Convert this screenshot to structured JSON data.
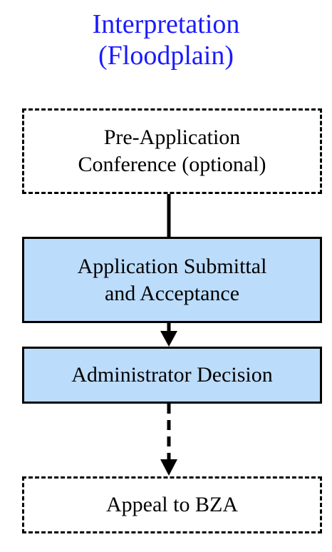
{
  "title": {
    "line1": "Interpretation",
    "line2": "(Floodplain)"
  },
  "steps": [
    {
      "line1": "Pre-Application",
      "line2": "Conference (optional)",
      "style": "dashed",
      "fill": "#ffffff"
    },
    {
      "line1": "Application Submittal",
      "line2": "and Acceptance",
      "style": "solid",
      "fill": "#bcdcfb"
    },
    {
      "line1": "Administrator Decision",
      "style": "solid",
      "fill": "#bcdcfb"
    },
    {
      "line1": "Appeal to BZA",
      "style": "dashed",
      "fill": "#ffffff"
    }
  ],
  "connectors": [
    {
      "from": "pre-application",
      "to": "application-submittal",
      "style": "solid",
      "arrow": false
    },
    {
      "from": "application-submittal",
      "to": "administrator-decision",
      "style": "solid",
      "arrow": true
    },
    {
      "from": "administrator-decision",
      "to": "appeal",
      "style": "dashed",
      "arrow": true
    }
  ],
  "colors": {
    "title": "#1a1aff",
    "box_fill": "#bcdcfb",
    "stroke": "#000000"
  }
}
